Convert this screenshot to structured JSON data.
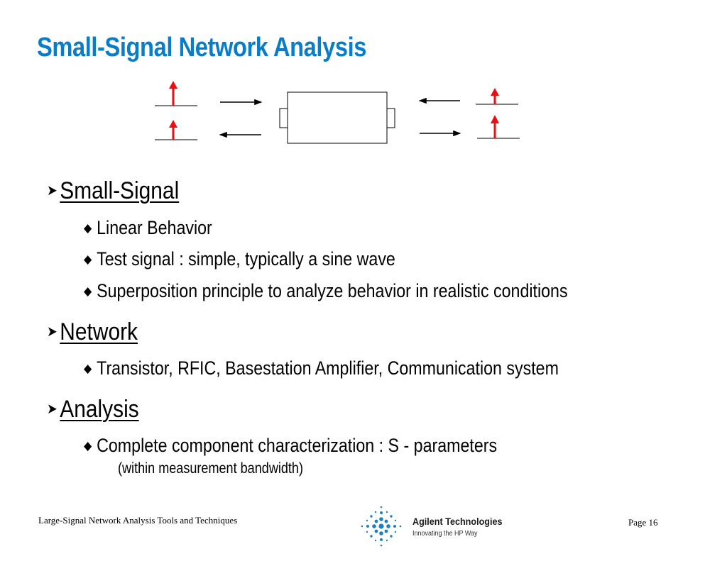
{
  "title": "Small-Signal Network Analysis",
  "colors": {
    "title": "#0a7dc8",
    "incident_arrow": "#e81010",
    "logo": "#1c7fc6"
  },
  "bullets": [
    {
      "heading": "Small-Signal",
      "items": [
        {
          "text": "Linear Behavior"
        },
        {
          "text": "Test signal : simple, typically a sine wave"
        },
        {
          "text": "Superposition principle to analyze behavior in realistic conditions"
        }
      ]
    },
    {
      "heading": "Network",
      "items": [
        {
          "text": "Transistor, RFIC, Basestation Amplifier, Communication system"
        }
      ]
    },
    {
      "heading": "Analysis",
      "items": [
        {
          "text": "Complete component characterization : S - parameters",
          "note": "(within measurement bandwidth)"
        }
      ]
    }
  ],
  "footer": {
    "left": "Large-Signal Network Analysis Tools and Techniques",
    "page": "Page 16",
    "logo_name": "Agilent Technologies",
    "logo_tagline": "Innovating the HP Way"
  }
}
